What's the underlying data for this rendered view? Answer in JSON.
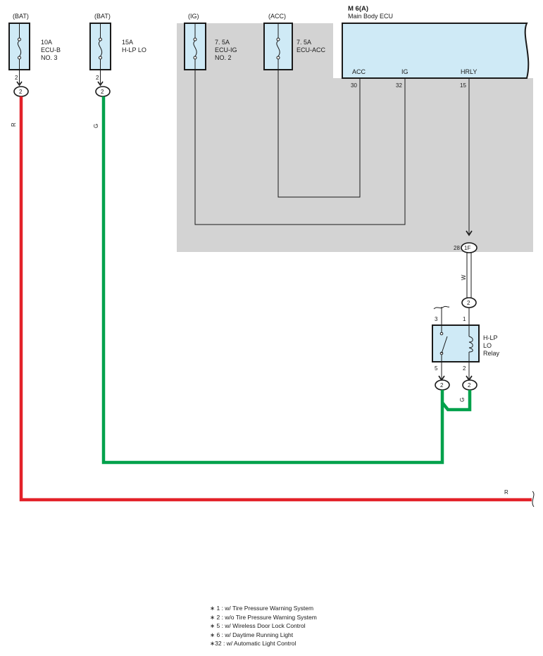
{
  "fuses": [
    {
      "source": "(BAT)",
      "amp": "10A",
      "name1": "ECU-B",
      "name2": "NO. 3",
      "pin": "2",
      "connector": "2",
      "wire_color": "R"
    },
    {
      "source": "(BAT)",
      "amp": "15A",
      "name1": "H-LP LO",
      "name2": "",
      "pin": "2",
      "connector": "2",
      "wire_color": "G"
    },
    {
      "source": "(IG)",
      "amp": "7. 5A",
      "name1": "ECU-IG",
      "name2": "NO. 2"
    },
    {
      "source": "(ACC)",
      "amp": "7. 5A",
      "name1": "ECU-ACC",
      "name2": ""
    }
  ],
  "ecu": {
    "code": "M 6(A)",
    "name": "Main Body ECU",
    "pins": [
      {
        "label": "ACC",
        "number": "30"
      },
      {
        "label": "IG",
        "number": "32"
      },
      {
        "label": "HRLY",
        "number": "15"
      }
    ]
  },
  "junction": {
    "pin": "28",
    "connector": "1F",
    "wire_color": "W"
  },
  "relay": {
    "name1": "H-LP",
    "name2": "LO",
    "name3": "Relay",
    "pin_top_left": "3",
    "pin_top_right": "1",
    "pin_bottom_left": "5",
    "pin_bottom_right": "2",
    "top_connector": "2",
    "bottom_left_connector": "2",
    "bottom_right_connector": "2",
    "output_wire_color": "G"
  },
  "bottom_wire_color": "R",
  "notes": [
    "∗ 1 : w/ Tire Pressure Warning System",
    "∗ 2 : w/o Tire Pressure Warning System",
    "∗ 5 : w/ Wireless Door Lock Control",
    "∗ 6 : w/ Daytime Running Light",
    "∗32 : w/ Automatic Light Control"
  ],
  "colors": {
    "red_wire": "#e32129",
    "green_wire": "#00a14b",
    "shaded_area": "#d3d3d3",
    "component_fill": "#cfeaf6"
  }
}
